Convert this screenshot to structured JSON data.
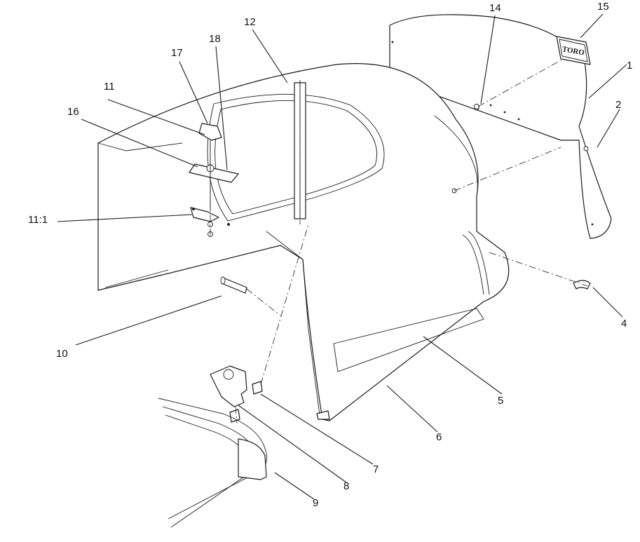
{
  "callouts": {
    "c1": "1",
    "c2": "2",
    "c4": "4",
    "c5": "5",
    "c6": "6",
    "c7": "7",
    "c8": "8",
    "c9": "9",
    "c10": "10",
    "c11": "11",
    "c11_1": "11:1",
    "c12": "12",
    "c14": "14",
    "c15": "15",
    "c16": "16",
    "c17": "17",
    "c18": "18"
  },
  "logo": {
    "text": "TORO"
  }
}
